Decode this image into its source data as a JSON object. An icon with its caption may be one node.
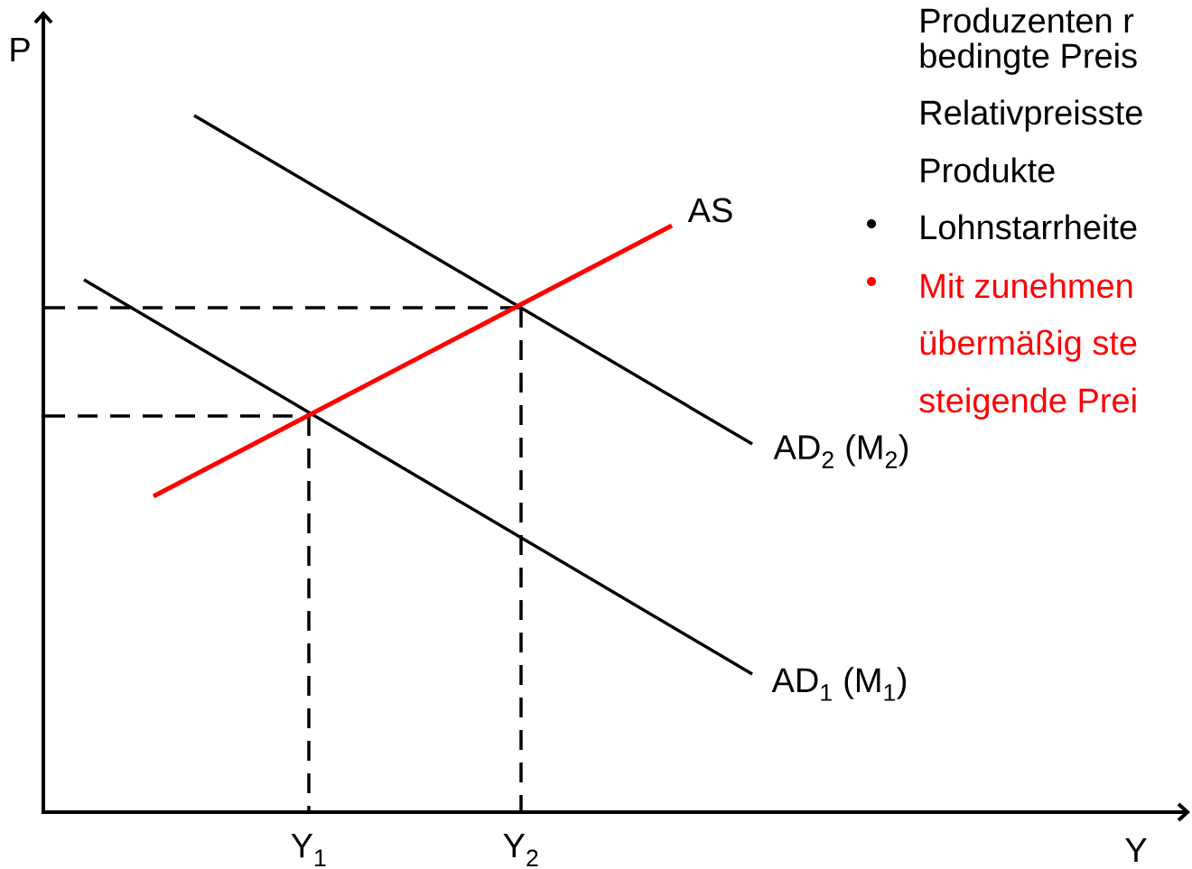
{
  "diagram": {
    "labels": [
      "P",
      "AS",
      "AD$_{2}$ (M$_{2}$)",
      "AD$_{1}$ (M$_{1}$)",
      "Y$_{1}$",
      "Y$_{2}$",
      "Y",
      "Produzenten r",
      "bedingte Preis",
      "Relativpreisste",
      "Produkte",
      "Lohnstarrheite",
      "Mit zunehmen",
      "übermäßig ste",
      "steigende Prei"
    ]
  }
}
